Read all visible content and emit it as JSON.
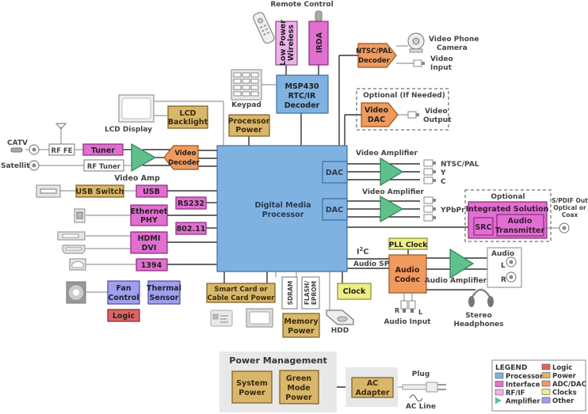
{
  "title_labels": {
    "remote_control": "Remote Control",
    "keypad": "Keypad",
    "lcd_display": "LCD Display",
    "catv": "CATV",
    "satellite": "Satellite",
    "video_amp": "Video Amp",
    "video_phone_camera_1": "Video Phone",
    "video_phone_camera_2": "Camera",
    "video_input_1": "Video",
    "video_input_2": "Input",
    "optional_if_needed": "Optional (If Needed)",
    "video_output_1": "Video",
    "video_output_2": "Output",
    "video_amplifier_1": "Video Amplifier",
    "video_amplifier_2": "Video Amplifier",
    "ntsc_pal_out": "NTSC/PAL",
    "y_out": "Y",
    "c_out": "C",
    "ypbpr_out": "YPbPr",
    "optional": "Optional",
    "spdif_1": "S/PDIF Out",
    "spdif_2": "Optical or",
    "spdif_3": "Coax",
    "i2c": "I",
    "i2c_sup": "2",
    "i2c_c": "C",
    "audio_sp": "Audio SP",
    "audio_amplifier": "Audio Amplifier",
    "audio": "Audio",
    "audio_l": "L",
    "audio_r": "R",
    "audio_input": "Audio Input",
    "audio_input_r": "R",
    "audio_input_l": "L",
    "stereo_headphones_1": "Stereo",
    "stereo_headphones_2": "Headphones",
    "hdd": "HDD",
    "plug": "Plug",
    "ac_line": "AC Line"
  },
  "blocks": {
    "low_power_wireless_1": "Low Power",
    "low_power_wireless_2": "Wireless",
    "irda": "IRDA",
    "msp430_1": "MSP430",
    "msp430_2": "RTC/IR",
    "msp430_3": "Decoder",
    "ntsc_pal_decoder_1": "NTSC/PAL",
    "ntsc_pal_decoder_2": "Decoder",
    "video_dac_1": "Video",
    "video_dac_2": "DAC",
    "lcd_backlight_1": "LCD",
    "lcd_backlight_2": "Backlight",
    "processor_power_1": "Processor",
    "processor_power_2": "Power",
    "rf_fe": "RF FE",
    "tuner": "Tuner",
    "rf_tuner": "RF Tuner",
    "video_decoder_1": "Video",
    "video_decoder_2": "Decoder",
    "usb_switch": "USB Switch",
    "usb": "USB",
    "rs232": "RS232",
    "ethernet_phy_1": "Ethernet",
    "ethernet_phy_2": "PHY",
    "wifi": "802.11",
    "hdmi_dvi_1": "HDMI",
    "hdmi_dvi_2": "DVI",
    "ieee1394": "1394",
    "fan_control_1": "Fan",
    "fan_control_2": "Control",
    "thermal_sensor_1": "Thermal",
    "thermal_sensor_2": "Sensor",
    "logic": "Logic",
    "dmp_1": "Digital Media",
    "dmp_2": "Processor",
    "dac_1": "DAC",
    "dac_2": "DAC",
    "integrated_solution": "Integrated Solution",
    "src": "SRC",
    "audio_transmitter_1": "Audio",
    "audio_transmitter_2": "Transmitter",
    "pll_clock": "PLL Clock",
    "audio_codec_1": "Audio",
    "audio_codec_2": "Codec",
    "smart_card_1": "Smart Card or",
    "smart_card_2": "Cable Card Power",
    "sdram": "SDRAM",
    "flash_1": "FLASH/",
    "flash_2": "EPROM",
    "clock": "Clock",
    "memory_power_1": "Memory",
    "memory_power_2": "Power",
    "power_management": "Power Management",
    "system_power_1": "System",
    "system_power_2": "Power",
    "green_mode_1": "Green",
    "green_mode_2": "Mode",
    "green_mode_3": "Power",
    "ac_adapter_1": "AC",
    "ac_adapter_2": "Adapter"
  },
  "legend": {
    "title": "LEGEND",
    "items": [
      {
        "label": "Processor",
        "color": "#7fb2e0"
      },
      {
        "label": "Interface",
        "color": "#e06fd0"
      },
      {
        "label": "RF/IF",
        "color": "#efb1ea"
      },
      {
        "label": "Amplifier",
        "color": "#5fc08c"
      },
      {
        "label": "Logic",
        "color": "#dd6464"
      },
      {
        "label": "Power",
        "color": "#d8b76a"
      },
      {
        "label": "ADC/DAC",
        "color": "#ef9a5e"
      },
      {
        "label": "Clocks",
        "color": "#eeee88"
      },
      {
        "label": "Other",
        "color": "#9f9ff0"
      }
    ]
  }
}
